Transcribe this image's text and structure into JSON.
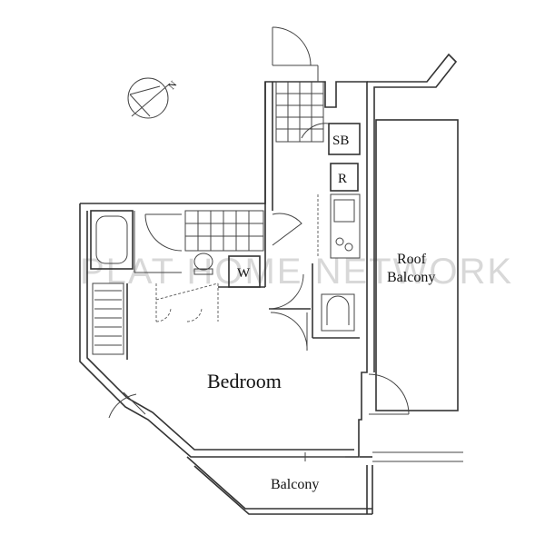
{
  "rooms": {
    "bedroom": "Bedroom",
    "balcony": "Balcony",
    "roof_balcony_line1": "Roof",
    "roof_balcony_line2": "Balcony"
  },
  "fixtures": {
    "shoe_box": "SB",
    "refrigerator": "R",
    "washer": "W"
  },
  "compass": {
    "north": "N"
  },
  "watermark": "PLAT   HOME NETWORK"
}
